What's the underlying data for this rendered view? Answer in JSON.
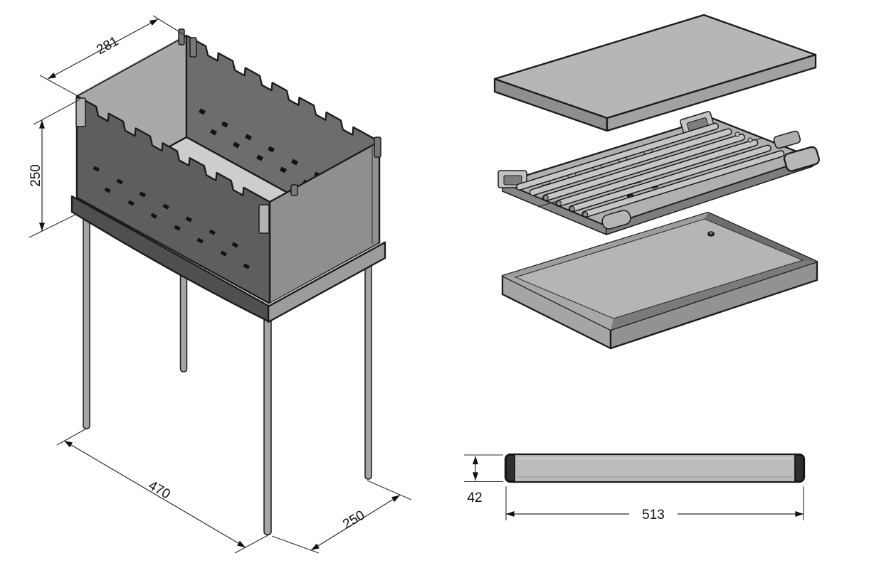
{
  "dimensions": {
    "assembled": {
      "top_width": "281",
      "height": "250",
      "length": "470",
      "depth": "250"
    },
    "folded": {
      "thickness": "42",
      "length": "513"
    }
  },
  "colors": {
    "background": "#ffffff",
    "outline": "#1a1a1a",
    "dim_line": "#2c2c2c",
    "text": "#111111",
    "wall_front": "#5e5e5e",
    "wall_inner_long": "#6d6d6d",
    "wall_inner_short": "#a9a9a9",
    "wall_end": "#8f8f8f",
    "floor": "#cdcdcd",
    "band_front": "#4f4f4f",
    "band_side": "#9c9c9c",
    "band_top": "#d0d0d0",
    "leg": "#a5a5a5",
    "tab_light": "#b2b2b2",
    "tab_dark": "#787878",
    "lid_top": "#b6b6b6",
    "lid_side_left": "#8e8e8e",
    "lid_side_right": "#a2a2a2",
    "panel": "#b0b0b0",
    "panel_edge": "#858585",
    "rod": "#c6c6c6",
    "bracket": "#c2c2c2",
    "cap": "#b8b8b8",
    "tray_rim": "#8d8d8d",
    "tray_floor": "#b5b5b5",
    "tray_inner_dark": "#6d6d6d",
    "tray_inner_light": "#9e9e9e",
    "tray_outer_left": "#a5a5a5",
    "tray_outer_right": "#929292",
    "folded_body": "#bcbcbc",
    "folded_cap": "#2f2f2f"
  }
}
